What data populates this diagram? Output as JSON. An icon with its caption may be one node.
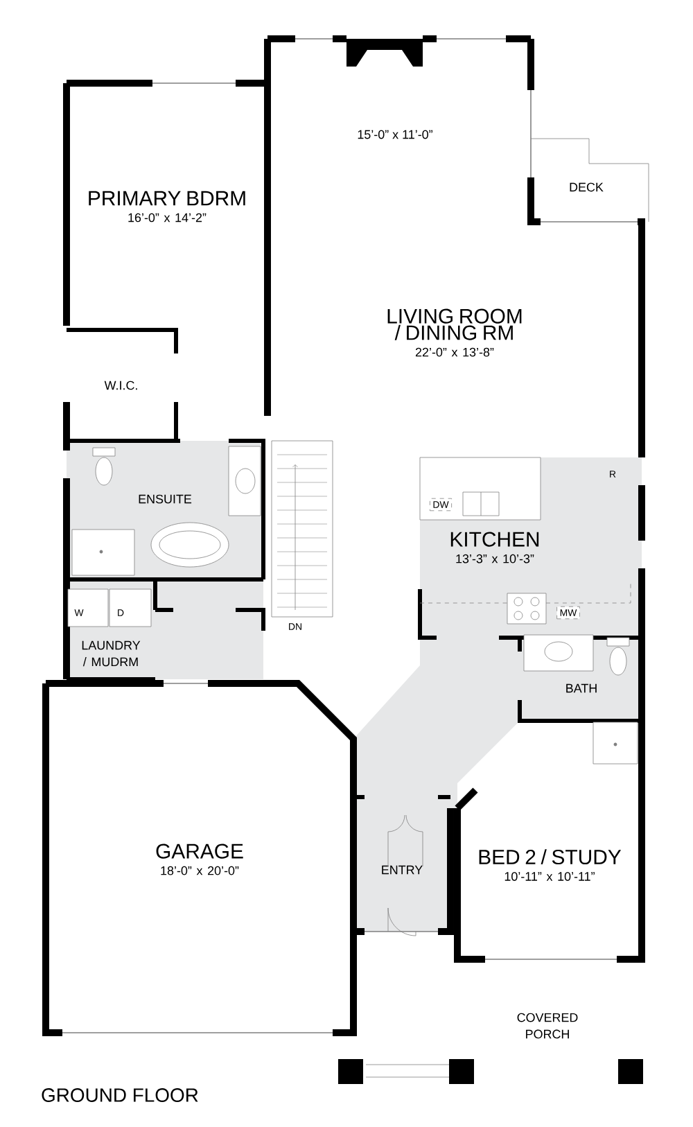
{
  "diagram": {
    "title": "GROUND FLOOR",
    "nodes": [
      {
        "text": [
          "PRIMARY BDRM",
          "16’-0” x 14’-2”"
        ]
      },
      {
        "text": [
          "LIVING ROOM / DINING RM",
          "22’-0” x 13’-8”"
        ]
      },
      {
        "text": [
          "DECK"
        ]
      },
      {
        "text": [
          "W.I.C."
        ]
      },
      {
        "text": [
          "ENSUITE"
        ]
      },
      {
        "text": [
          "KITCHEN",
          "13’-3” x 10’-3”"
        ]
      },
      {
        "text": [
          "LAUNDRY / MUDRM"
        ]
      },
      {
        "text": [
          "BATH"
        ]
      },
      {
        "text": [
          "GARAGE",
          "18’-0” x 20’-0”"
        ]
      },
      {
        "text": [
          "ENTRY"
        ]
      },
      {
        "text": [
          "BED 2 / STUDY",
          "10’-11” x 10’-11”"
        ]
      },
      {
        "text": [
          "COVERED PORCH"
        ]
      }
    ],
    "labels": [
      "15’-0” x 11’-0”",
      "R",
      "DW",
      "MW",
      "W",
      "D",
      "DN"
    ]
  }
}
